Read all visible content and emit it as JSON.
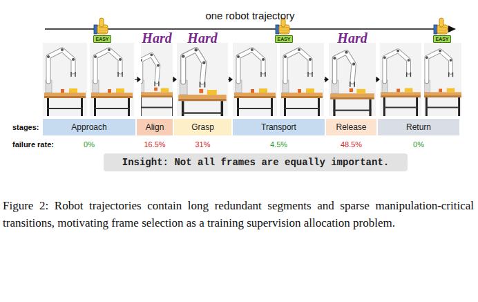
{
  "diagram": {
    "caption": "Figure 2: Robot trajectories contain long redundant segments and sparse manipulation-critical transitions, motivating frame selection as a training supervision allocation problem.",
    "nodes": [
      {
        "text": [
          "Approach"
        ]
      },
      {
        "text": [
          "Align"
        ]
      },
      {
        "text": [
          "Grasp"
        ]
      },
      {
        "text": [
          "Transport"
        ]
      },
      {
        "text": [
          "Release"
        ]
      },
      {
        "text": [
          "Return"
        ]
      },
      {
        "text": [
          "Insight: Not all frames are equally important."
        ]
      }
    ],
    "labels": [
      "one robot trajectory",
      "EASY",
      "Hard",
      "Hard",
      "EASY",
      "Hard",
      "EASY",
      "stages:",
      "failure rate:",
      "0%",
      "16.5%",
      "31%",
      "4.5%",
      "48.5%",
      "0%"
    ]
  }
}
